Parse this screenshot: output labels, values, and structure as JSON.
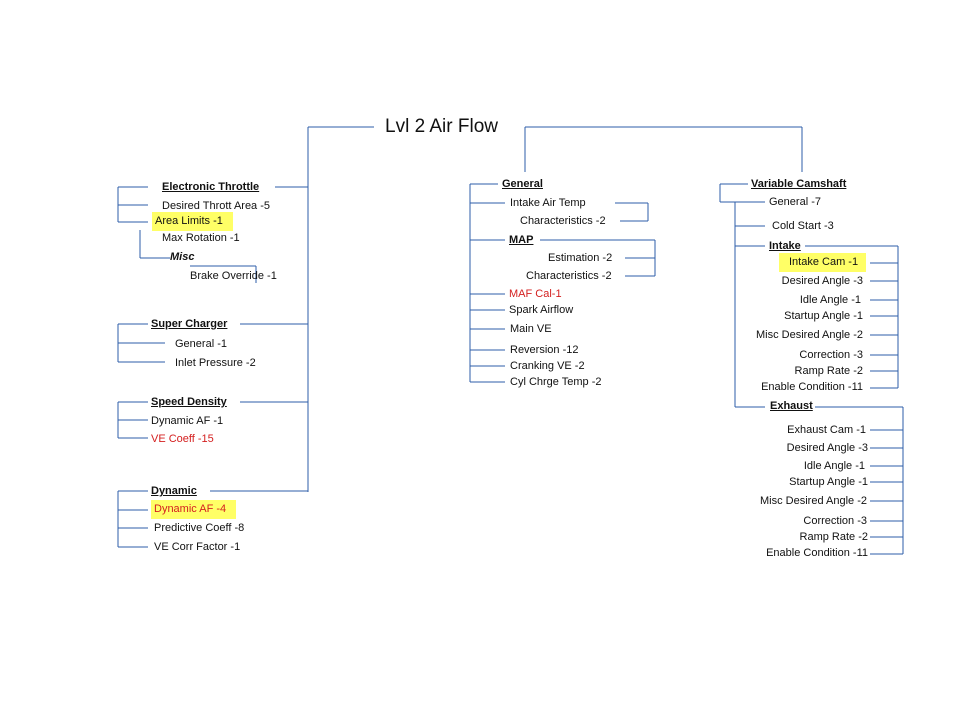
{
  "title": "Lvl 2 Air Flow",
  "colors": {
    "connector": "#2e5ea8",
    "highlight": "#ffff66",
    "red_text": "#d42020"
  },
  "left": {
    "electronic_throttle": {
      "header": "Electronic Throttle",
      "items": [
        "Desired Thrott Area  -5",
        "Area Limits -1",
        "Max Rotation -1"
      ],
      "misc_label": "Misc",
      "misc_item": "Brake Override -1"
    },
    "super_charger": {
      "header": "Super Charger",
      "items": [
        "General  -1",
        "Inlet Pressure -2"
      ]
    },
    "speed_density": {
      "header": "Speed Density",
      "items": [
        "Dynamic AF -1",
        "VE Coeff  -15"
      ]
    },
    "dynamic": {
      "header": "Dynamic",
      "items": [
        "Dynamic AF -4",
        "Predictive Coeff  -8",
        "VE Corr Factor -1"
      ]
    }
  },
  "middle": {
    "general": {
      "header": "General",
      "items": [
        "Intake Air Temp",
        "Characteristics -2"
      ]
    },
    "map": {
      "header": "MAP",
      "items": [
        "Estimation -2",
        "Characteristics -2"
      ]
    },
    "items": [
      "MAF Cal-1",
      "Spark Airflow",
      "Main VE",
      "Reversion -12",
      "Cranking VE -2",
      "Cyl Chrge Temp  -2"
    ]
  },
  "right": {
    "variable_camshaft": {
      "header": "Variable Camshaft",
      "items": [
        "General -7",
        "Cold Start -3"
      ]
    },
    "intake": {
      "header": "Intake",
      "items": [
        "Intake Cam -1",
        "Desired Angle -3",
        "Idle Angle  -1",
        "Startup Angle -1",
        "Misc Desired Angle -2",
        "Correction -3",
        "Ramp Rate  -2",
        "Enable Condition -11"
      ]
    },
    "exhaust": {
      "header": "Exhaust",
      "items": [
        "Exhaust Cam -1",
        "Desired Angle -3",
        "Idle Angle  -1",
        "Startup Angle -1",
        "Misc Desired Angle -2",
        "Correction -3",
        "Ramp Rate  -2",
        "Enable Condition -11"
      ]
    }
  }
}
